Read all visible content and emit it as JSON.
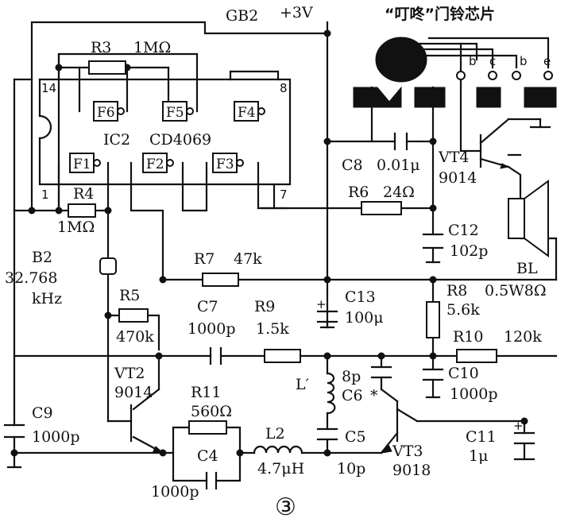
{
  "battery": {
    "name": "GB2",
    "voltage": "+3V"
  },
  "chip": {
    "title": "“叮咚”门铃芯片",
    "pins": [
      "b",
      "c",
      "b",
      "e"
    ]
  },
  "ic": {
    "name": "IC2",
    "part": "CD4069",
    "gates": [
      "F1",
      "F2",
      "F3",
      "F4",
      "F5",
      "F6"
    ],
    "pin_labels": [
      "14",
      "8",
      "1",
      "7"
    ]
  },
  "resistors": {
    "r3": {
      "name": "R3",
      "value": "1MΩ"
    },
    "r4": {
      "name": "R4",
      "value": "1MΩ"
    },
    "r5": {
      "name": "R5",
      "value": "470k"
    },
    "r6": {
      "name": "R6",
      "value": "24Ω"
    },
    "r7": {
      "name": "R7",
      "value": "47k"
    },
    "r8": {
      "name": "R8",
      "value": "5.6k"
    },
    "r9": {
      "name": "R9",
      "value": "1.5k"
    },
    "r10": {
      "name": "R10",
      "value": "120k"
    },
    "r11": {
      "name": "R11",
      "value": "560Ω"
    }
  },
  "capacitors": {
    "c4": {
      "name": "C4",
      "value": "1000p"
    },
    "c5": {
      "name": "C5",
      "value": "10p"
    },
    "c6": {
      "name": "C6",
      "value": "8p",
      "mark": "*"
    },
    "c7": {
      "name": "C7",
      "value": "1000p"
    },
    "c8": {
      "name": "C8",
      "value": "0.01μ"
    },
    "c9": {
      "name": "C9",
      "value": "1000p"
    },
    "c10": {
      "name": "C10",
      "value": "1000p"
    },
    "c11": {
      "name": "C11",
      "value": "1μ"
    },
    "c12": {
      "name": "C12",
      "value": "102p"
    },
    "c13": {
      "name": "C13",
      "value": "100μ"
    }
  },
  "inductors": {
    "l2": {
      "name": "L2",
      "value": "4.7μH"
    },
    "l1": {
      "name": "L′"
    }
  },
  "crystal": {
    "name": "B2",
    "freq": "32.768",
    "unit": "kHz"
  },
  "transistors": {
    "vt2": {
      "name": "VT2",
      "part": "9014"
    },
    "vt3": {
      "name": "VT3",
      "part": "9018"
    },
    "vt4": {
      "name": "VT4",
      "part": "9014"
    }
  },
  "speaker": {
    "name": "BL",
    "rating": "0.5W8Ω"
  },
  "figure_number": "③"
}
